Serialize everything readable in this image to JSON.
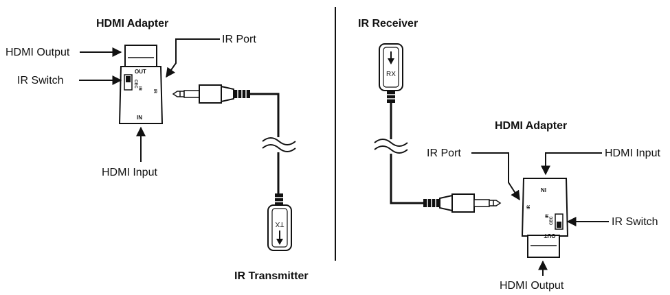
{
  "left": {
    "title": "HDMI Adapter",
    "hdmi_output": "HDMI Output",
    "ir_switch": "IR Switch",
    "hdmi_input": "HDMI Input",
    "ir_port": "IR Port",
    "device_out": "OUT",
    "device_in": "IN",
    "switch_pos1": "CEC",
    "switch_pos2": "IR",
    "port_mark": "IR",
    "transmitter_title": "IR Transmitter",
    "tx_label": "TX"
  },
  "right": {
    "receiver_title": "IR Receiver",
    "rx_label": "RX",
    "title": "HDMI Adapter",
    "ir_port": "IR Port",
    "hdmi_input": "HDMI Input",
    "ir_switch": "IR Switch",
    "hdmi_output": "HDMI Output",
    "device_in": "IN",
    "device_out": "OUT",
    "switch_pos1": "CEC",
    "switch_pos2": "IR",
    "port_mark": "IR"
  }
}
